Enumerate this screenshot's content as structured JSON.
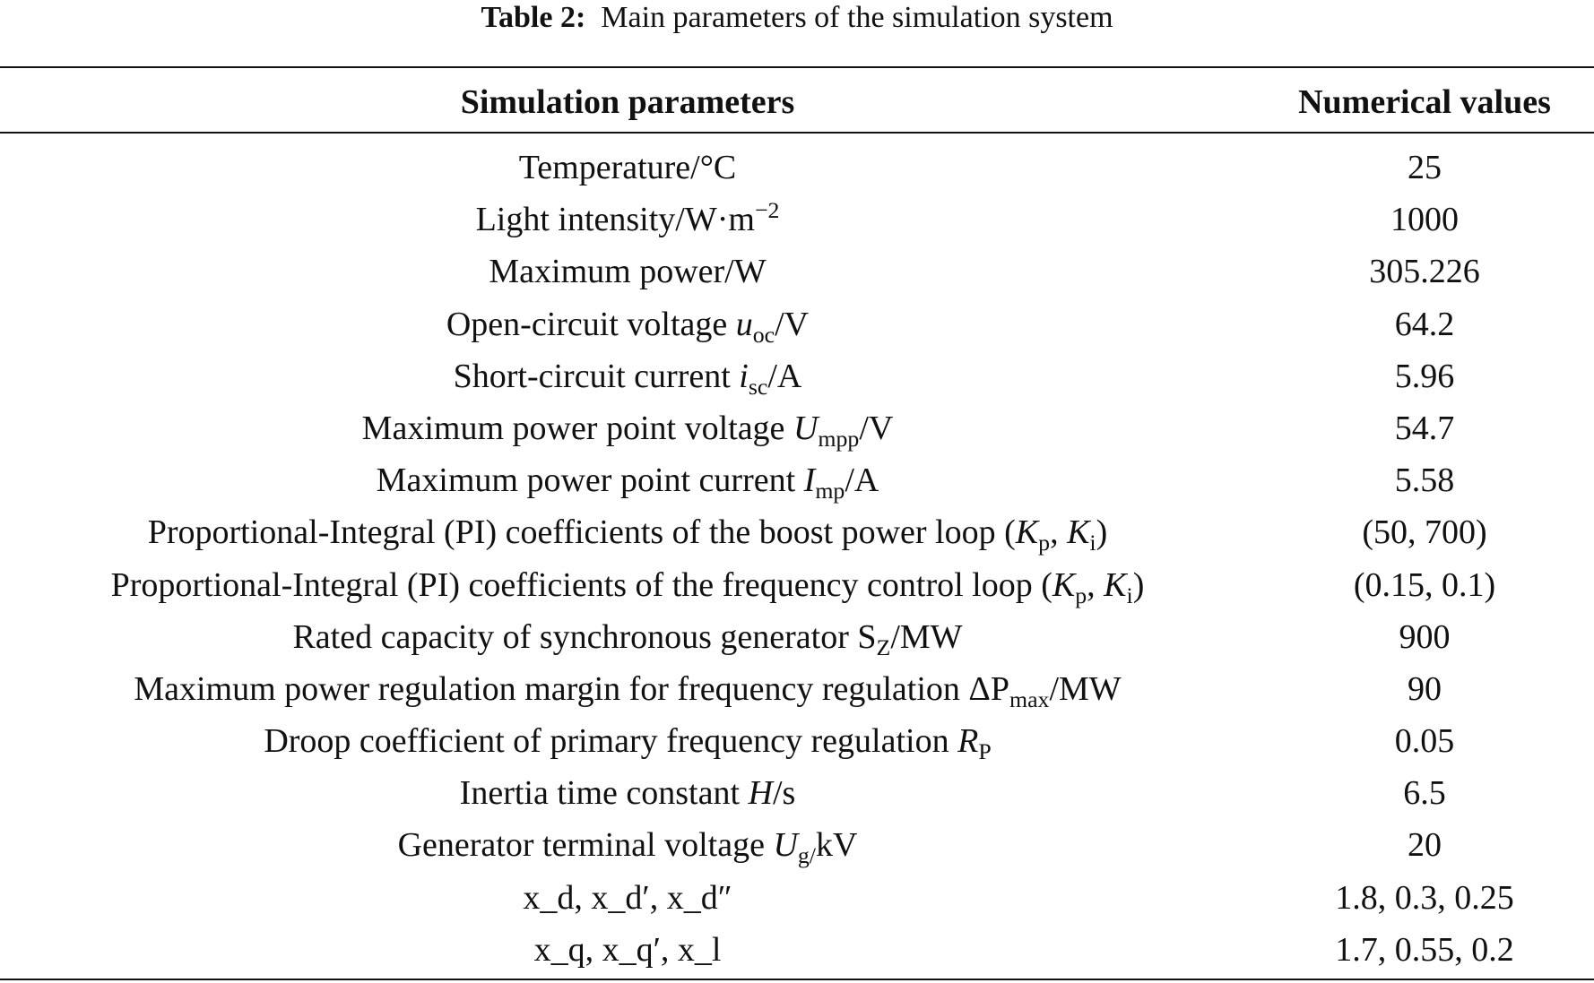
{
  "caption": {
    "label": "Table 2:",
    "text": "Main parameters of the simulation system"
  },
  "table": {
    "headers": [
      "Simulation parameters",
      "Numerical values"
    ],
    "rows": [
      {
        "param_pre": "Temperature/°C",
        "value": "25"
      },
      {
        "param_pre": "Light intensity/W·m",
        "param_sup": "−2",
        "value": "1000"
      },
      {
        "param_pre": "Maximum power/W",
        "value": "305.226"
      },
      {
        "param_pre": "Open-circuit voltage ",
        "sym": "u",
        "sub": "oc",
        "param_post": "/V",
        "value": "64.2"
      },
      {
        "param_pre": "Short-circuit current ",
        "sym": "i",
        "sub": "sc",
        "param_post": "/A",
        "value": "5.96"
      },
      {
        "param_pre": "Maximum power point voltage ",
        "sym": "U",
        "sub": "mpp",
        "param_post": "/V",
        "value": "54.7"
      },
      {
        "param_pre": "Maximum power point current ",
        "sym": "I",
        "sub": "mp",
        "param_post": "/A",
        "value": "5.58"
      },
      {
        "param_pre": "Proportional-Integral (PI) coefficients of the boost power loop (",
        "sym": "K",
        "sub": "p",
        "mid": ", ",
        "sym2": "K",
        "sub2": "i",
        "param_post": ")",
        "value": "(50, 700)"
      },
      {
        "param_pre": "Proportional-Integral (PI) coefficients of the frequency control loop (",
        "sym": "K",
        "sub": "p",
        "mid": ", ",
        "sym2": "K",
        "sub2": "i",
        "param_post": ")",
        "value": "(0.15, 0.1)"
      },
      {
        "param_pre": "Rated capacity of synchronous generator S",
        "sub": "Z",
        "param_post": "/MW",
        "value": "900"
      },
      {
        "param_pre": "Maximum power regulation margin for frequency regulation ΔP",
        "sub": "max",
        "param_post": "/MW",
        "value": "90"
      },
      {
        "param_pre": "Droop coefficient of primary frequency regulation ",
        "sym": "R",
        "sub": "P",
        "value": "0.05"
      },
      {
        "param_pre": "Inertia time constant ",
        "sym": "H",
        "param_post": "/s",
        "value": "6.5"
      },
      {
        "param_pre": "Generator terminal voltage ",
        "sym": "U",
        "sub": "g/",
        "param_post": "kV",
        "value": "20"
      },
      {
        "param_pre": "x_d, x_d′, x_d″",
        "value": "1.8, 0.3, 0.25"
      },
      {
        "param_pre": "x_q, x_q′, x_l",
        "value": "1.7, 0.55, 0.2"
      }
    ]
  }
}
